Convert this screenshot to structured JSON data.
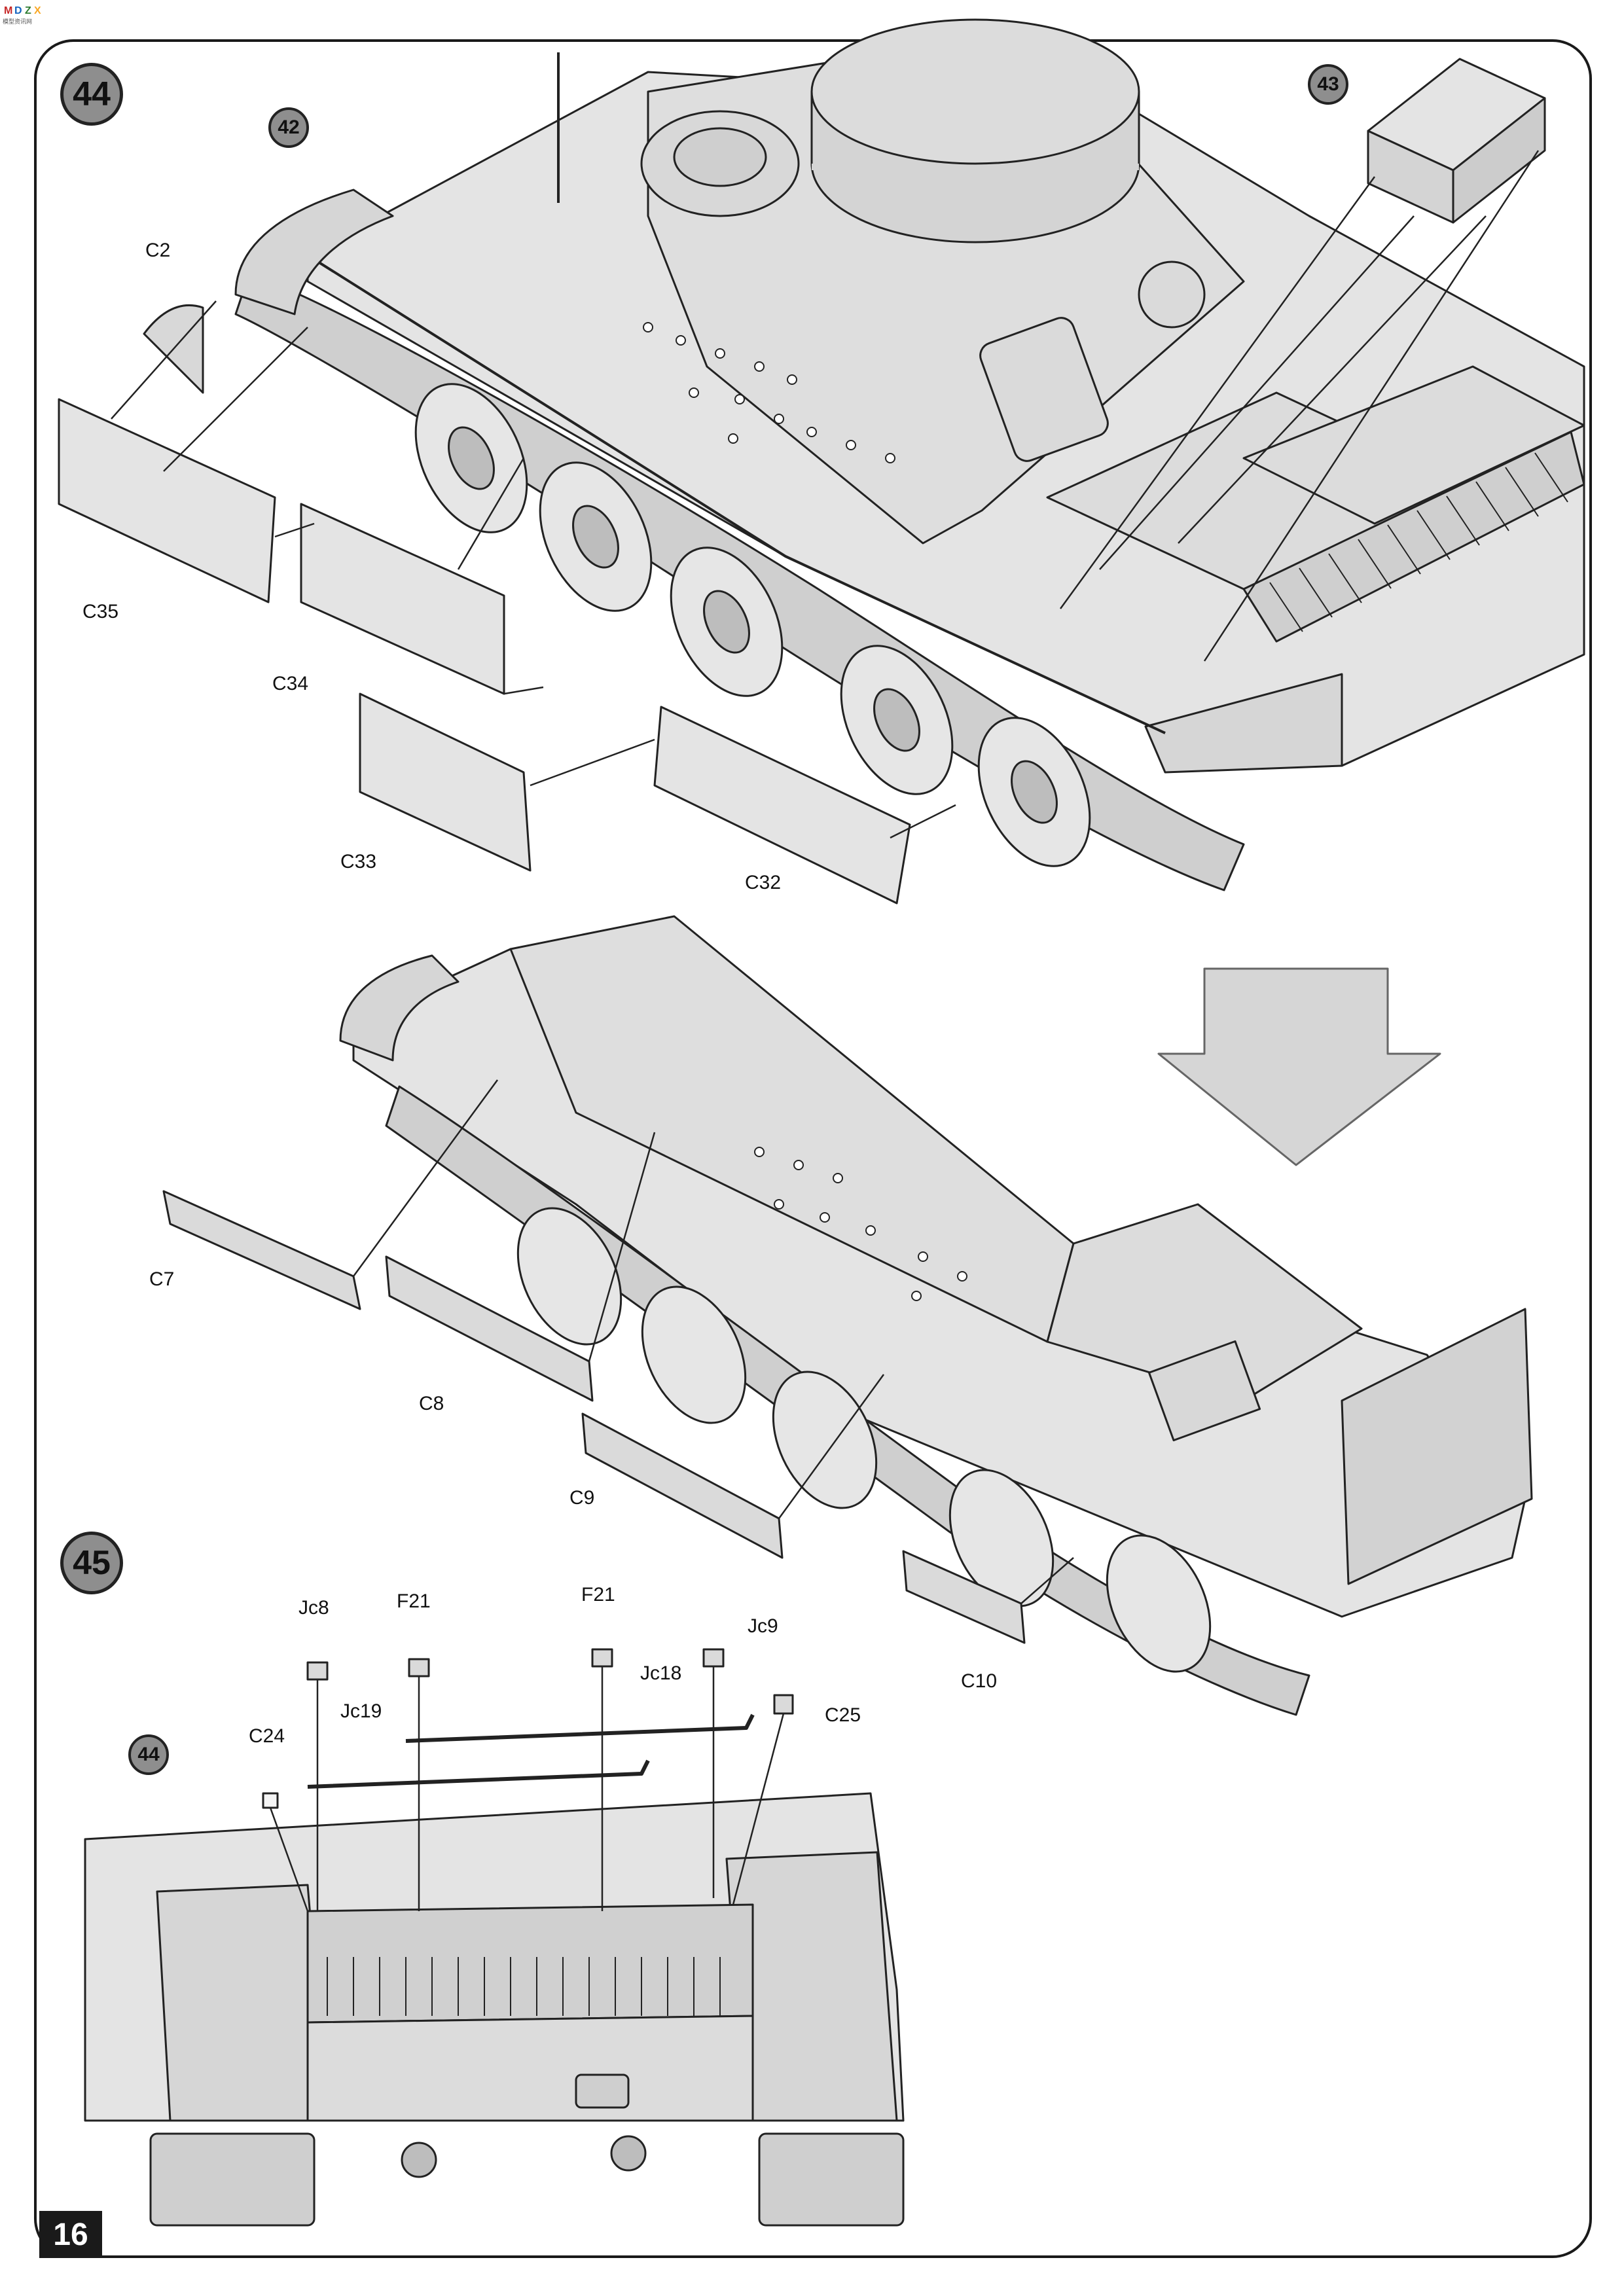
{
  "page": {
    "number": "16",
    "logo_text": "模型资讯网"
  },
  "steps": [
    {
      "number": "44",
      "references": [
        "42",
        "43"
      ]
    },
    {
      "number": "45",
      "references": [
        "44"
      ]
    }
  ],
  "step44": {
    "parts_top": [
      "C2",
      "C35",
      "C34",
      "C33",
      "C32"
    ],
    "parts_bottom": [
      "C7",
      "C8",
      "C9",
      "C10"
    ]
  },
  "step45": {
    "parts": [
      "Jc8",
      "F21",
      "F21",
      "Jc9",
      "Jc18",
      "Jc19",
      "C24",
      "C25"
    ]
  },
  "colors": {
    "hull_fill": "#e4e4e4",
    "outline": "#222222",
    "badge": "#8e8e8e",
    "arrow": "#d6d6d6"
  }
}
